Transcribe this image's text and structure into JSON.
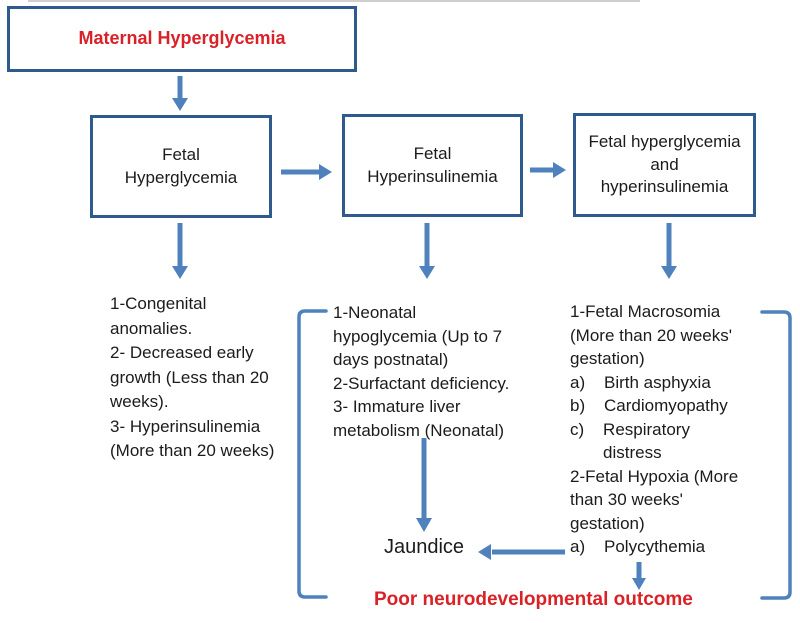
{
  "colors": {
    "box_border": "#2f5a8e",
    "arrow": "#4f81bd",
    "red": "#da2128",
    "text": "#1b1b1b"
  },
  "boxes": {
    "maternal": {
      "label": "Maternal Hyperglycemia"
    },
    "fetal_hyperglycemia": {
      "label": "Fetal\nHyperglycemia"
    },
    "fetal_hyperinsulinemia": {
      "label": "Fetal\nHyperinsulinemia"
    },
    "fetal_combined": {
      "label": "Fetal hyperglycemia\nand\nhyperinsulinemia"
    }
  },
  "lists": {
    "fetal_hyperglycemia_effects": [
      "1-Congenital",
      "anomalies.",
      "2- Decreased early",
      "growth (Less than 20",
      "weeks).",
      "3- Hyperinsulinemia",
      "(More than 20 weeks)"
    ],
    "fetal_hyperinsulinemia_effects": [
      "1-Neonatal",
      "hypoglycemia (Up to 7",
      "days postnatal)",
      "2-Surfactant deficiency.",
      "3- Immature liver",
      "metabolism (Neonatal)"
    ],
    "fetal_combined_effects": [
      "1-Fetal Macrosomia",
      "(More than 20 weeks'",
      "gestation)",
      "a)    Birth asphyxia",
      "b)    Cardiomyopathy",
      "c)    Respiratory",
      "       distress",
      "2-Fetal Hypoxia (More",
      "than 30 weeks'",
      "gestation)",
      "a)    Polycythemia"
    ]
  },
  "outcomes": {
    "jaundice": "Jaundice",
    "poor_outcome": "Poor neurodevelopmental outcome"
  }
}
